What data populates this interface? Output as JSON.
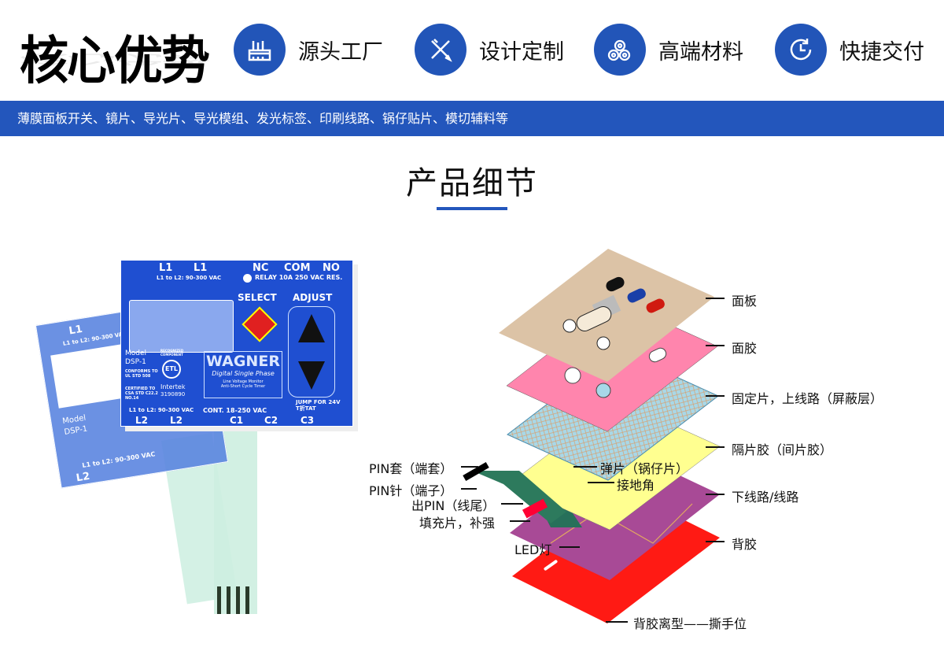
{
  "header": {
    "title": "核心优势",
    "features": [
      {
        "icon": "factory-icon",
        "label": "源头工厂"
      },
      {
        "icon": "design-tools-icon",
        "label": "设计定制"
      },
      {
        "icon": "material-rolls-icon",
        "label": "高端材料"
      },
      {
        "icon": "clock-icon",
        "label": "快捷交付"
      }
    ]
  },
  "band": {
    "text": "薄膜面板开关、镜片、导光片、导光模组、发光标签、印刷线路、锅仔贴片、模切辅料等"
  },
  "section": {
    "title": "产品细节"
  },
  "product": {
    "l1a": "L1",
    "l1b": "L1",
    "range_top": "L1 to L2: 90-300 VAC",
    "nc": "NC",
    "com": "COM",
    "no": "NO",
    "relay": "RELAY 10A 250 VAC RES.",
    "select": "SELECT",
    "adjust": "ADJUST",
    "model": "Model",
    "model_no": "DSP-1",
    "conforms": "CONFORMS TO UL STD 508",
    "certified": "CERTIFIED TO CSA STD C22.2 NO.14",
    "recognized": "RECOGNIZED COMPONENT",
    "etl": "ETL",
    "intertek": "Intertek",
    "intertek_no": "3190890",
    "brand": "WAGNER",
    "sub": "Digital Single Phase",
    "desc1": "Line Voltage Monitor",
    "desc2": "Anti-Short Cycle Timer",
    "range_bottom": "L1 to L2: 90-300 VAC",
    "l2a": "L2",
    "l2b": "L2",
    "cont": "CONT. 18-250 VAC",
    "c1": "C1",
    "c2": "C2",
    "c3": "C3",
    "jump": "JUMP FOR 24V T折TAT"
  },
  "diagram": {
    "right_labels": [
      "面板",
      "面胶",
      "固定片，上线路（屏蔽层）",
      "隔片胶（间片胶）",
      "下线路/线路",
      "背胶"
    ],
    "left_labels": [
      "PIN套（端套）",
      "PIN针（端子）",
      "出PIN（线尾）",
      "填充片，补强",
      "LED灯"
    ],
    "dome": "弹片（锅仔片）",
    "ground": "接地角",
    "release": "背胶离型——撕手位",
    "colors": {
      "panel": "#dcc3a6",
      "adhesive": "#ff85ad",
      "mesh": "#a8d8e8",
      "spacer": "#ffff90",
      "circuit": "#a84a96",
      "back": "#ff1a14"
    }
  }
}
